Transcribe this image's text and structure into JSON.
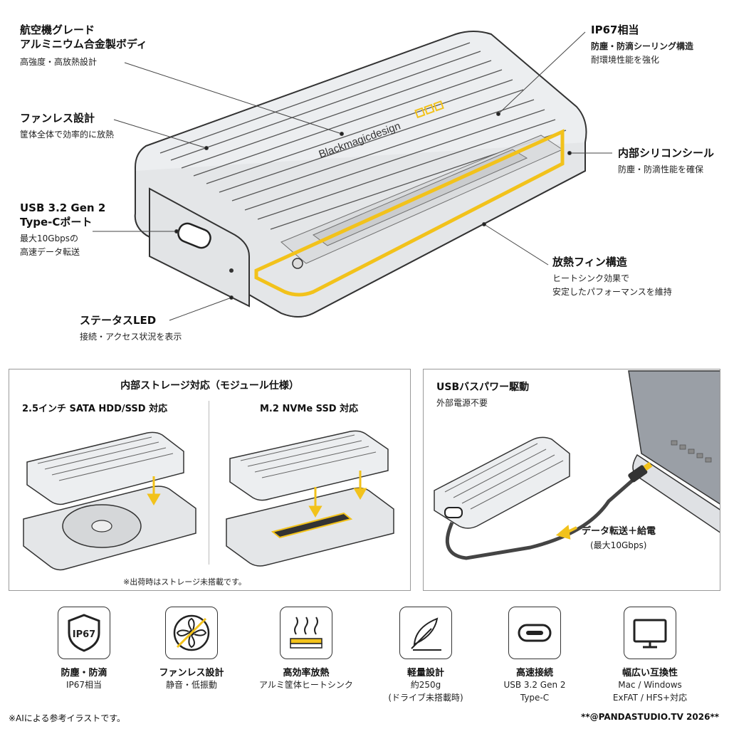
{
  "callouts": {
    "body": {
      "title": [
        "航空機グレード",
        "アルミニウム合金製ボディ"
      ],
      "sub": "高強度・高放熱設計"
    },
    "fanless": {
      "title": "ファンレス設計",
      "sub": "筐体全体で効率的に放熱"
    },
    "usb": {
      "title": [
        "USB 3.2 Gen 2",
        "Type-Cポート"
      ],
      "sub": [
        "最大10Gbpsの",
        "高速データ転送"
      ]
    },
    "led": {
      "title": "ステータスLED",
      "sub": "接続・アクセス状況を表示"
    },
    "ip67": {
      "title": "IP67相当",
      "sub": [
        "防塵・防滴シーリング構造",
        "耐環境性能を強化"
      ]
    },
    "seal": {
      "title": "内部シリコンシール",
      "sub": "防塵・防滴性能を確保"
    },
    "fins": {
      "title": "放熱フィン構造",
      "sub": [
        "ヒートシンク効果で",
        "安定したパフォーマンスを維持"
      ]
    }
  },
  "brand": "Blackmagicdesign",
  "storage_panel": {
    "title": "内部ストレージ対応（モジュール仕様）",
    "left_label": "2.5インチ SATA HDD/SSD 対応",
    "right_label": "M.2 NVMe SSD 対応",
    "note": "※出荷時はストレージ未搭載です。"
  },
  "power_panel": {
    "title": "USBバスパワー駆動",
    "sub": "外部電源不要",
    "arrow_label": "データ転送＋給電",
    "arrow_sub": "(最大10Gbps)"
  },
  "features": [
    {
      "icon": "shield-icon",
      "icon_text": "IP67",
      "title": "防塵・防滴",
      "sub": [
        "IP67相当"
      ]
    },
    {
      "icon": "fan-icon",
      "title": "ファンレス設計",
      "sub": [
        "静音・低振動"
      ]
    },
    {
      "icon": "heat-icon",
      "title": "高効率放熱",
      "sub": [
        "アルミ筐体ヒートシンク"
      ]
    },
    {
      "icon": "feather-icon",
      "title": "軽量設計",
      "sub": [
        "約250g",
        "(ドライブ未搭載時)"
      ]
    },
    {
      "icon": "usb-c-icon",
      "title": "高速接続",
      "sub": [
        "USB 3.2 Gen 2",
        "Type-C"
      ]
    },
    {
      "icon": "monitor-icon",
      "title": "幅広い互換性",
      "sub": [
        "Mac / Windows",
        "ExFAT / HFS+対応"
      ]
    }
  ],
  "footer": {
    "left": "※AIによる参考イラストです。",
    "right": "**@PANDASTUDIO.TV 2026**"
  },
  "colors": {
    "accent": "#f2c21b",
    "line": "#333333",
    "body_fill": "#eceef0"
  }
}
